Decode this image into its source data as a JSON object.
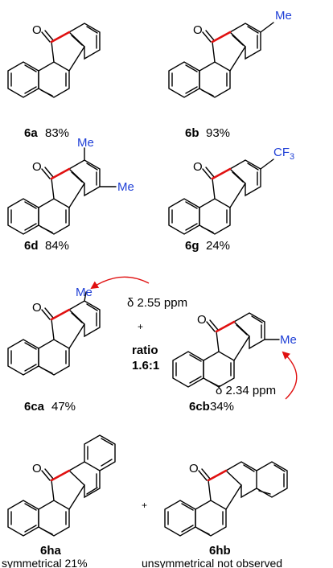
{
  "compounds": [
    {
      "id": "6a",
      "yield": "83%"
    },
    {
      "id": "6b",
      "yield": "93%",
      "sub": "Me"
    },
    {
      "id": "6d",
      "yield": "84%",
      "sub1": "Me",
      "sub2": "Me"
    },
    {
      "id": "6g",
      "yield": "24%",
      "sub": "CF",
      "sub_index": "3"
    },
    {
      "id": "6ca",
      "yield": "47%",
      "sub": "Me",
      "shift": "δ 2.55 ppm"
    },
    {
      "id": "6cb",
      "yield": "34%",
      "sub": "Me",
      "shift": "δ 2.34 ppm"
    },
    {
      "id": "6ha",
      "note": "symmetrical 21%"
    },
    {
      "id": "6hb",
      "note": "unsymmetrical not observed"
    }
  ],
  "ratio": {
    "line1": "ratio",
    "line2": "1.6:1"
  },
  "plus": "+",
  "oxygen": "O",
  "colors": {
    "new_bond": "#e01010",
    "substituent": "#1f3fd6",
    "arrow": "#e01010"
  }
}
